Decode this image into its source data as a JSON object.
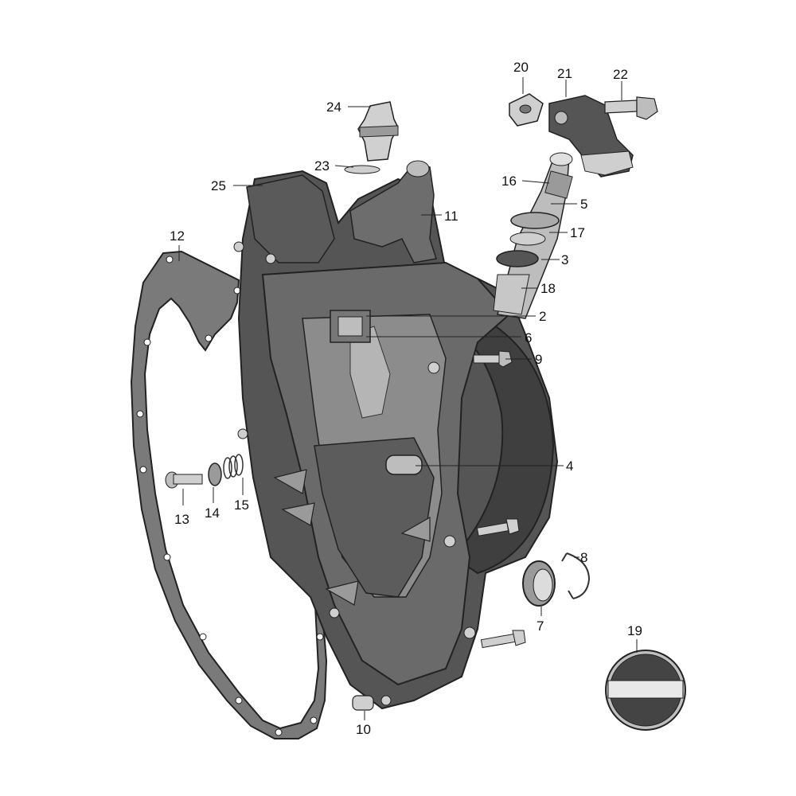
{
  "diagram": {
    "colors": {
      "casting_dark": "#4a4a4a",
      "casting_mid": "#6e6e6e",
      "casting_light": "#9a9a9a",
      "highlight": "#c9c9c9",
      "gasket": "#777777",
      "outline": "#222222"
    },
    "callouts": [
      {
        "id": "2",
        "label": "2"
      },
      {
        "id": "3",
        "label": "3"
      },
      {
        "id": "4",
        "label": "4"
      },
      {
        "id": "5",
        "label": "5"
      },
      {
        "id": "6",
        "label": "6"
      },
      {
        "id": "7",
        "label": "7"
      },
      {
        "id": "8",
        "label": "8"
      },
      {
        "id": "9",
        "label": "9"
      },
      {
        "id": "10",
        "label": "10"
      },
      {
        "id": "11",
        "label": "11"
      },
      {
        "id": "12",
        "label": "12"
      },
      {
        "id": "13",
        "label": "13"
      },
      {
        "id": "14",
        "label": "14"
      },
      {
        "id": "15",
        "label": "15"
      },
      {
        "id": "16",
        "label": "16"
      },
      {
        "id": "17",
        "label": "17"
      },
      {
        "id": "18",
        "label": "18"
      },
      {
        "id": "19",
        "label": "19"
      },
      {
        "id": "20",
        "label": "20"
      },
      {
        "id": "21",
        "label": "21"
      },
      {
        "id": "22",
        "label": "22"
      },
      {
        "id": "23",
        "label": "23"
      },
      {
        "id": "24",
        "label": "24"
      },
      {
        "id": "25",
        "label": "25"
      }
    ]
  }
}
